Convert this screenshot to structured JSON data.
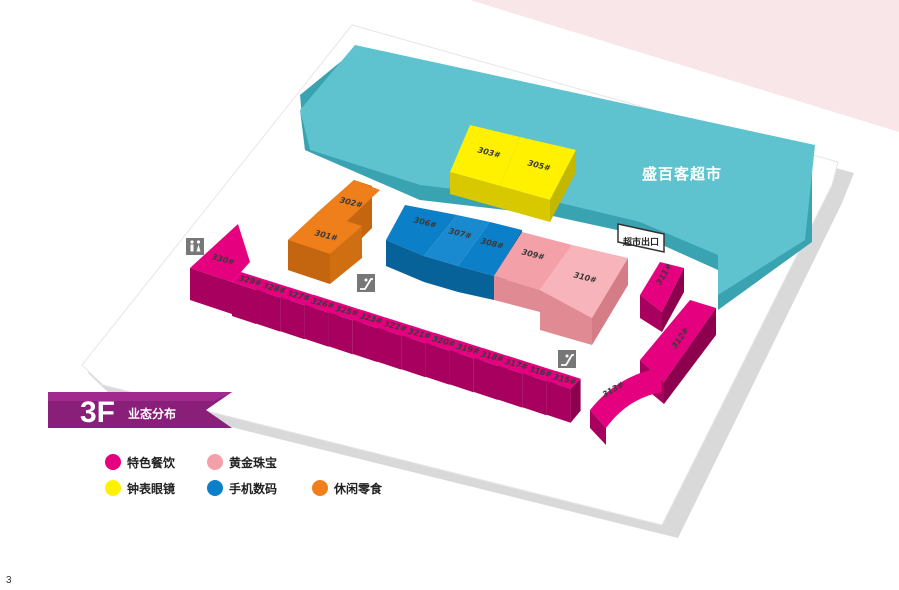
{
  "floor": {
    "number": "3F",
    "title": "业态分布"
  },
  "supermarket": {
    "name": "盛百客超市",
    "exit": "超市出口"
  },
  "page_number": "3",
  "colors": {
    "dining": "#e4007f",
    "jewelry": "#f4a0a8",
    "watches": "#fff100",
    "phones": "#0b7fc7",
    "snacks": "#ee7f1a",
    "supermarket": "#5ec3cf"
  },
  "legend": [
    {
      "label": "特色餐饮",
      "color": "#e4007f"
    },
    {
      "label": "黄金珠宝",
      "color": "#f4a0a8"
    },
    {
      "label": "钟表眼镜",
      "color": "#fff100"
    },
    {
      "label": "手机数码",
      "color": "#0b7fc7"
    },
    {
      "label": "休闲零食",
      "color": "#ee7f1a"
    }
  ],
  "units": [
    {
      "id": "301#",
      "category": "休闲零食"
    },
    {
      "id": "302#",
      "category": "休闲零食"
    },
    {
      "id": "303#",
      "category": "钟表眼镜"
    },
    {
      "id": "305#",
      "category": "钟表眼镜"
    },
    {
      "id": "306#",
      "category": "手机数码"
    },
    {
      "id": "307#",
      "category": "手机数码"
    },
    {
      "id": "308#",
      "category": "手机数码"
    },
    {
      "id": "309#",
      "category": "黄金珠宝"
    },
    {
      "id": "310#",
      "category": "黄金珠宝"
    },
    {
      "id": "311#",
      "category": "特色餐饮"
    },
    {
      "id": "312#",
      "category": "特色餐饮"
    },
    {
      "id": "313#",
      "category": "特色餐饮"
    },
    {
      "id": "315#",
      "category": "特色餐饮"
    },
    {
      "id": "316#",
      "category": "特色餐饮"
    },
    {
      "id": "317#",
      "category": "特色餐饮"
    },
    {
      "id": "318#",
      "category": "特色餐饮"
    },
    {
      "id": "319#",
      "category": "特色餐饮"
    },
    {
      "id": "320#",
      "category": "特色餐饮"
    },
    {
      "id": "321#",
      "category": "特色餐饮"
    },
    {
      "id": "322#",
      "category": "特色餐饮"
    },
    {
      "id": "323#",
      "category": "特色餐饮"
    },
    {
      "id": "325#",
      "category": "特色餐饮"
    },
    {
      "id": "326#",
      "category": "特色餐饮"
    },
    {
      "id": "327#",
      "category": "特色餐饮"
    },
    {
      "id": "328#",
      "category": "特色餐饮"
    },
    {
      "id": "329#",
      "category": "特色餐饮"
    },
    {
      "id": "330#",
      "category": "特色餐饮"
    }
  ],
  "icons": [
    "restroom-icon",
    "escalator-icon"
  ]
}
